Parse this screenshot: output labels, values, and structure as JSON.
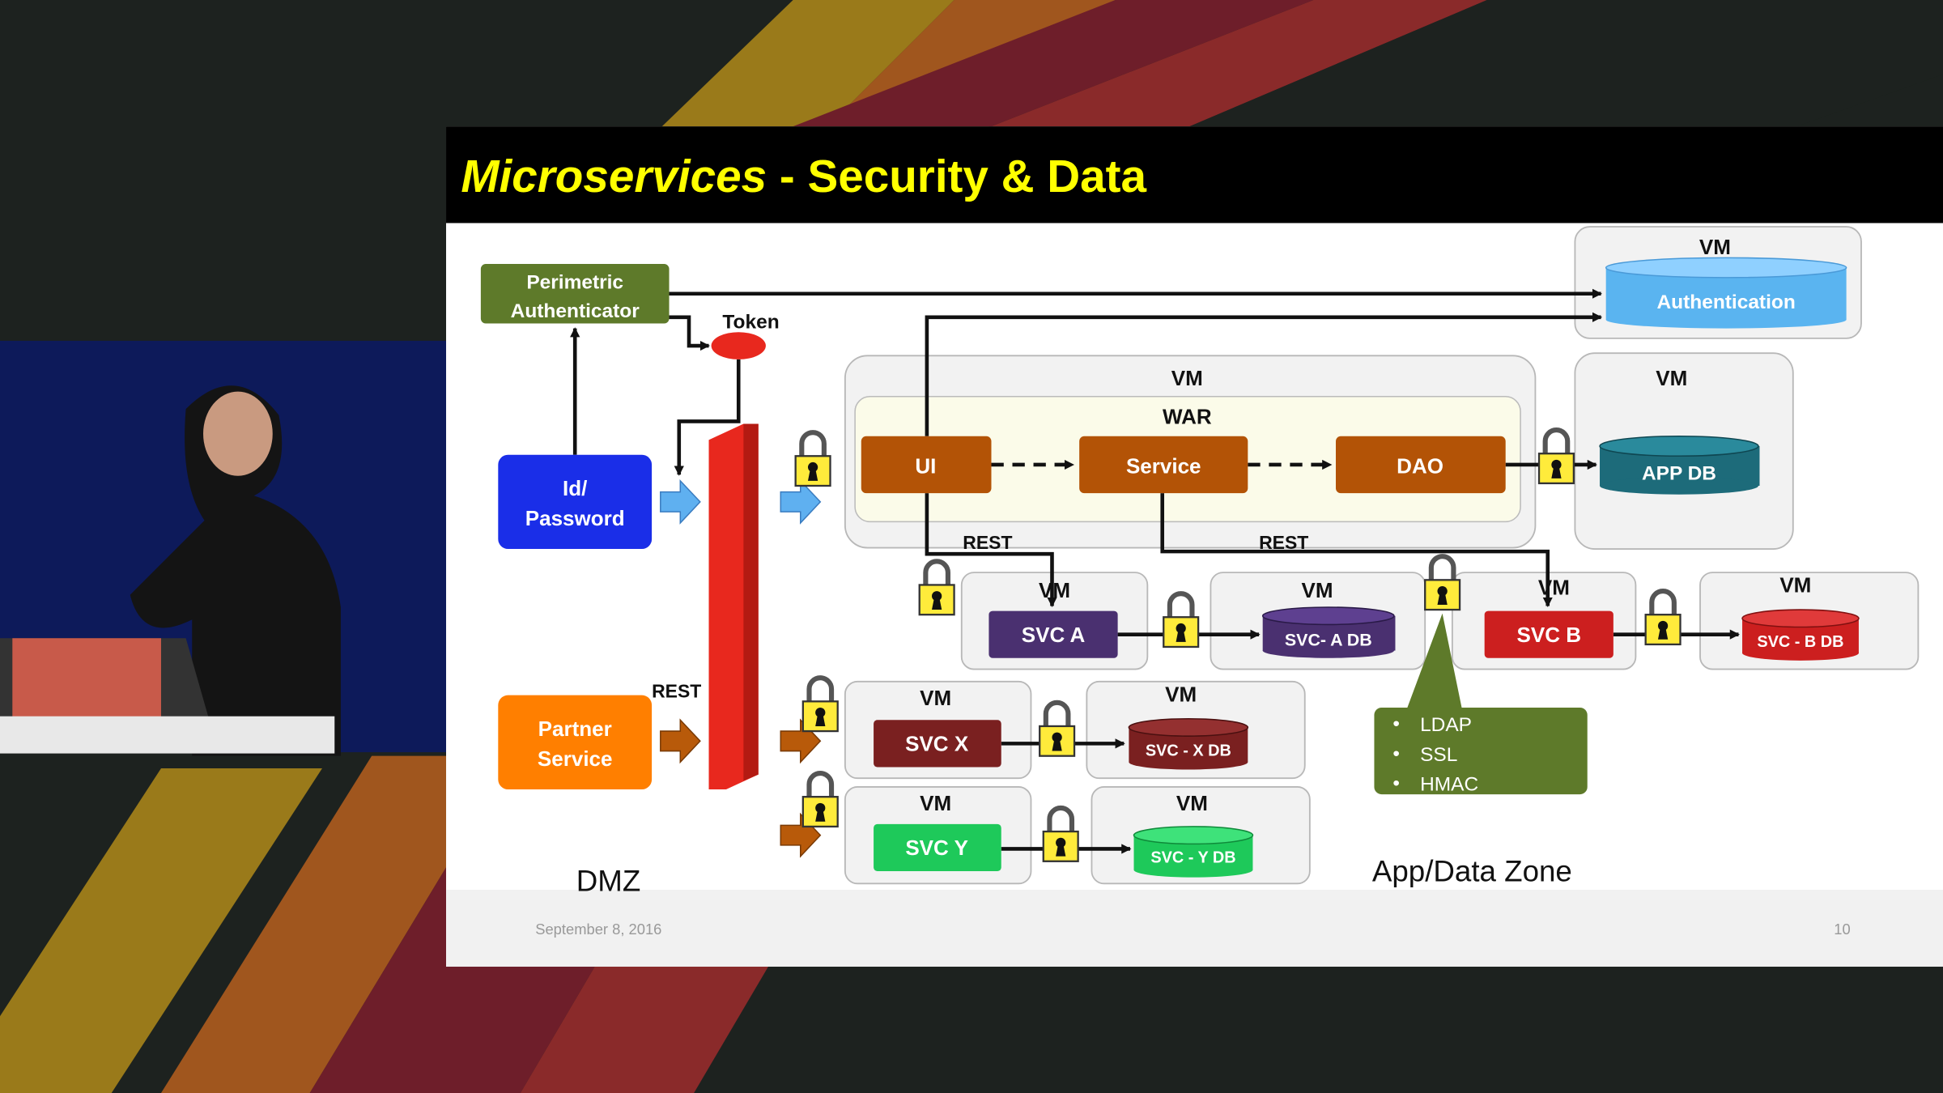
{
  "slide": {
    "title_part1": "Microservices",
    "title_part2": " - Security & Data",
    "footer_date": "September 8, 2016",
    "page_number": "10",
    "colors": {
      "title": "#ffff00",
      "title_bar": "#000000",
      "firewall": "#e8281e"
    }
  },
  "diagram": {
    "perimetric_line1": "Perimetric",
    "perimetric_line2": "Authenticator",
    "token": "Token",
    "id_line1": "Id/",
    "id_line2": "Password",
    "partner_line1": "Partner",
    "partner_line2": "Service",
    "rest": "REST",
    "vm": "VM",
    "war": "WAR",
    "ui": "UI",
    "service": "Service",
    "dao": "DAO",
    "authentication": "Authentication",
    "app_db": "APP DB",
    "svc_a": "SVC A",
    "svc_a_db": "SVC- A DB",
    "svc_b": "SVC B",
    "svc_b_db": "SVC - B DB",
    "svc_x": "SVC X",
    "svc_x_db": "SVC - X DB",
    "svc_y": "SVC Y",
    "svc_y_db": "SVC - Y DB",
    "security_items": [
      "LDAP",
      "SSL",
      "HMAC"
    ],
    "dmz": "DMZ",
    "app_zone": "App/Data Zone"
  }
}
